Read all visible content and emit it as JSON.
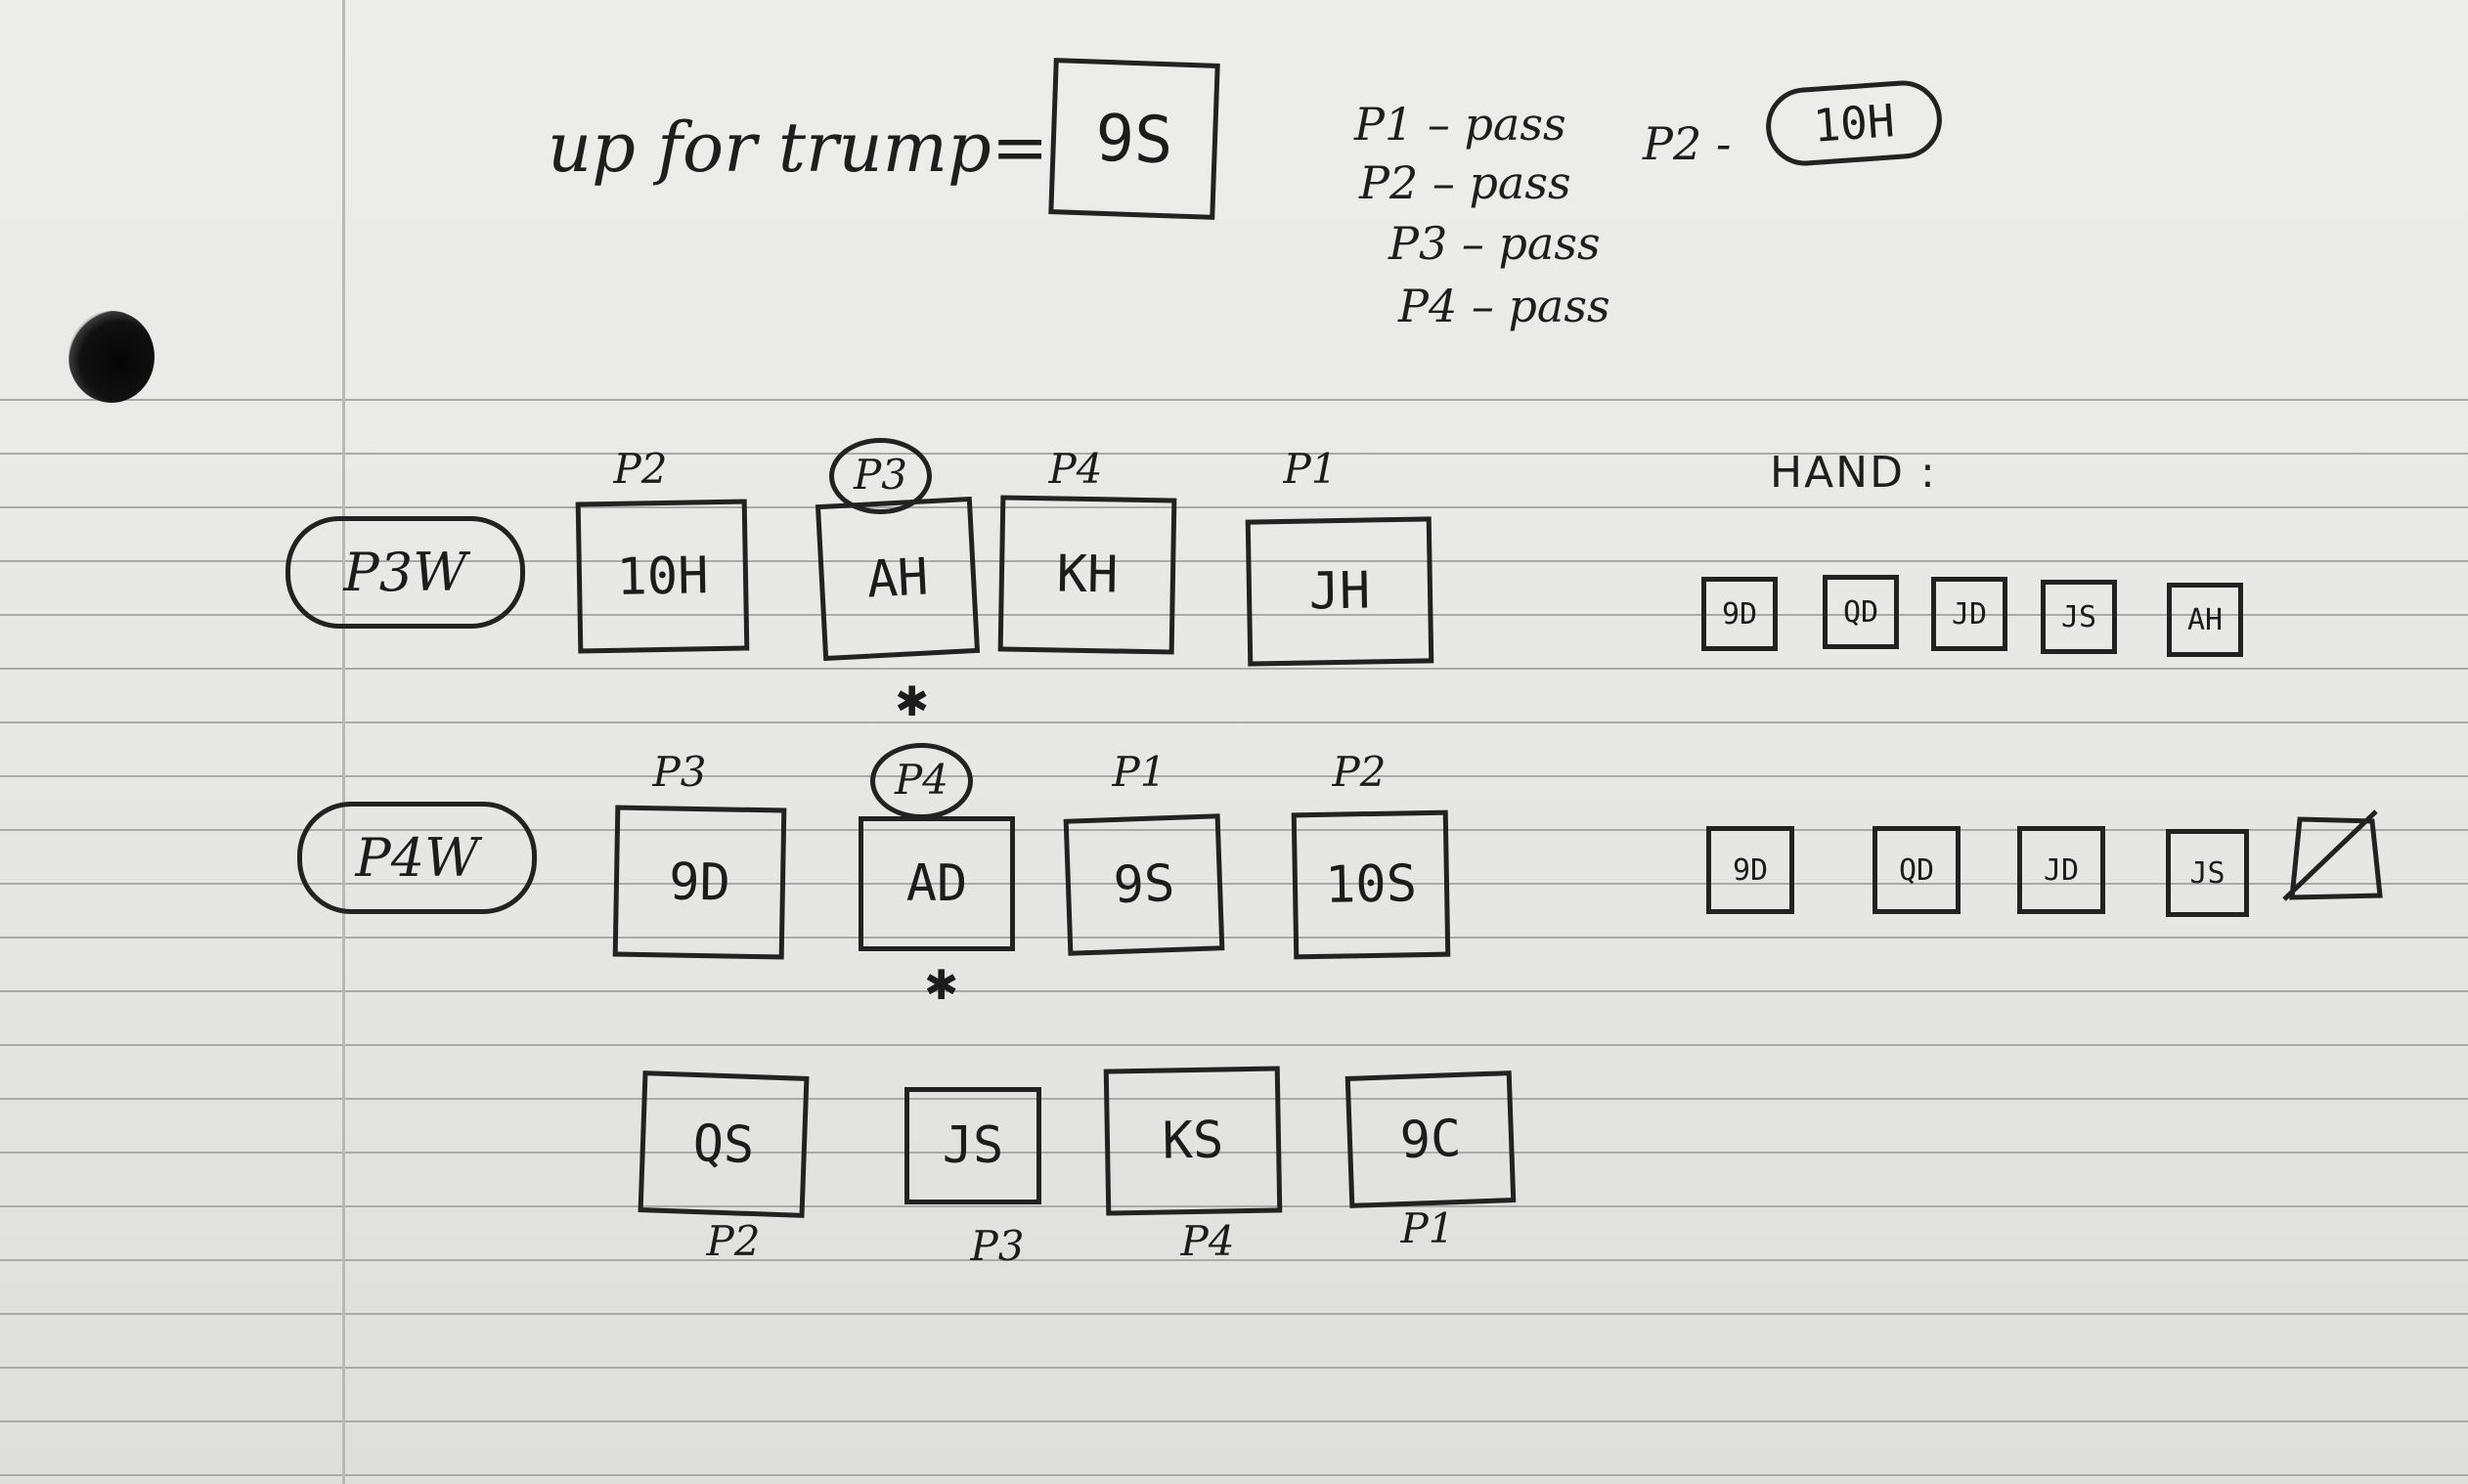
{
  "header": {
    "title": "up for trump=",
    "trump_card": "9S"
  },
  "bidding": [
    {
      "player": "P1",
      "action": "pass"
    },
    {
      "player": "P2",
      "action": "pass"
    },
    {
      "player": "P3",
      "action": "pass"
    },
    {
      "player": "P4",
      "action": "pass"
    }
  ],
  "second_round": {
    "player": "P2 -",
    "call": "10H"
  },
  "tricks": [
    {
      "winner": "P3W",
      "cards": [
        {
          "player": "P2",
          "card": "10H",
          "circled": false
        },
        {
          "player": "P3",
          "card": "AH",
          "circled": true
        },
        {
          "player": "P4",
          "card": "KH",
          "circled": false
        },
        {
          "player": "P1",
          "card": "JH",
          "circled": false
        }
      ],
      "lead_mark": "✱"
    },
    {
      "winner": "P4W",
      "cards": [
        {
          "player": "P3",
          "card": "9D",
          "circled": false
        },
        {
          "player": "P4",
          "card": "AD",
          "circled": true
        },
        {
          "player": "P1",
          "card": "9S",
          "circled": false
        },
        {
          "player": "P2",
          "card": "10S",
          "circled": false
        }
      ],
      "lead_mark": "✱"
    },
    {
      "winner": "",
      "cards": [
        {
          "player": "P2",
          "card": "QS",
          "circled": false
        },
        {
          "player": "P3",
          "card": "JS",
          "circled": false
        },
        {
          "player": "P4",
          "card": "KS",
          "circled": false
        },
        {
          "player": "P1",
          "card": "9C",
          "circled": false
        }
      ]
    }
  ],
  "hand": {
    "label": "HAND :",
    "rows": [
      [
        "9D",
        "QD",
        "JD",
        "JS",
        "AH"
      ],
      [
        "9D",
        "QD",
        "JD",
        "JS"
      ]
    ]
  },
  "icons": {
    "empty_slot": "crossed-out-card-icon",
    "star": "asterisk-star-icon"
  }
}
